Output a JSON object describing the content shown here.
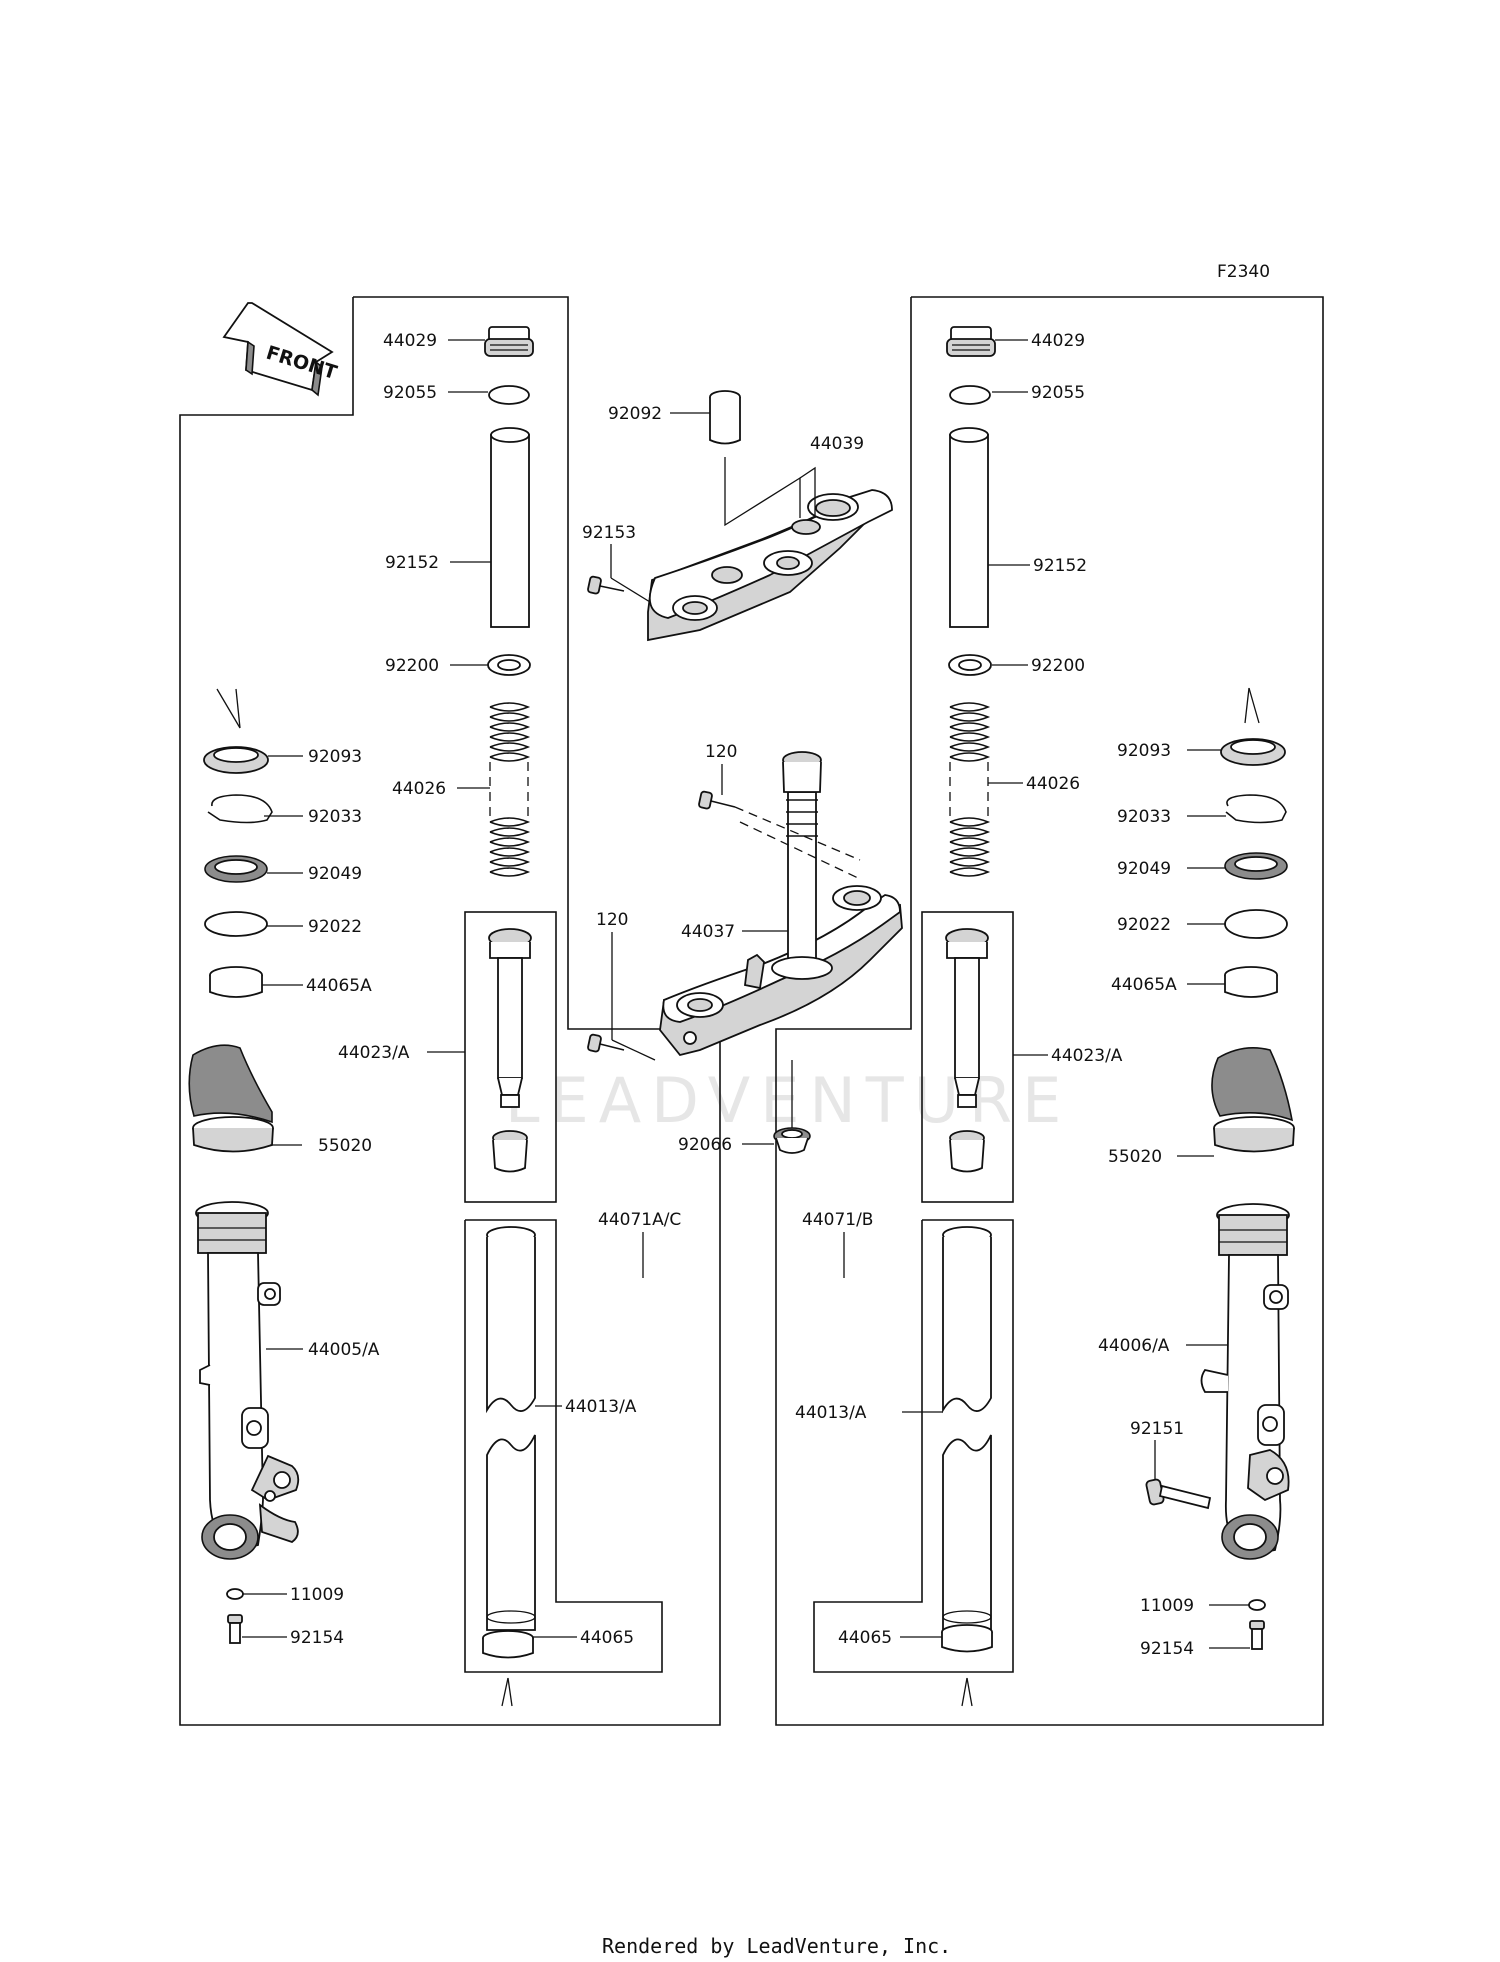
{
  "diagram": {
    "code": "F2340",
    "direction_label": "FRONT",
    "watermark": "LEADVENTURE",
    "footer": "Rendered by LeadVenture, Inc.",
    "left_fork_labels": {
      "cap_bolt": "44029",
      "o_ring": "92055",
      "spacer_pipe": "92152",
      "washer": "92200",
      "spring": "44026",
      "dust_seal": "92093",
      "clip": "92033",
      "oil_seal": "92049",
      "washer_seal": "92022",
      "bushing_upper": "44065A",
      "cylinder_unit": "44023/A",
      "fork_cover": "55020",
      "outer_tube": "44005/A",
      "washer_drain": "11009",
      "socket_bolt": "92154",
      "fork_assy": "44071A/C",
      "inner_tube": "44013/A",
      "bushing_lower": "44065"
    },
    "center_labels": {
      "collar": "92092",
      "upper_bracket": "44039",
      "bracket_bolt": "92153",
      "stem_bolt_top": "120",
      "stem_bolt_bottom": "120",
      "steering_stem": "44037",
      "stem_nut": "92066"
    },
    "right_fork_labels": {
      "cap_bolt": "44029",
      "o_ring": "92055",
      "spacer_pipe": "92152",
      "washer": "92200",
      "spring": "44026",
      "dust_seal": "92093",
      "clip": "92033",
      "oil_seal": "92049",
      "washer_seal": "92022",
      "bushing_upper": "44065A",
      "cylinder_unit": "44023/A",
      "fork_cover": "55020",
      "outer_tube": "44006/A",
      "axle_bolt": "92151",
      "washer_drain": "11009",
      "socket_bolt": "92154",
      "fork_assy": "44071/B",
      "inner_tube": "44013/A",
      "bushing_lower": "44065"
    }
  }
}
